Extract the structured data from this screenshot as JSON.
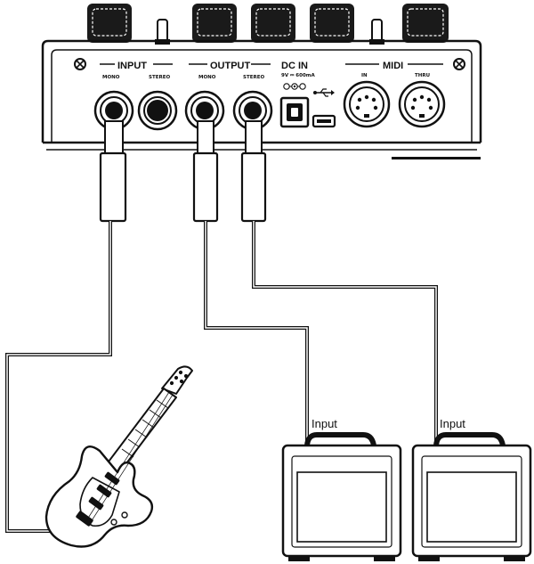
{
  "pedal": {
    "sections": {
      "input": "INPUT",
      "output": "OUTPUT",
      "dc_in": "DC IN",
      "midi": "MIDI"
    },
    "jack_labels": {
      "input_mono": "MONO",
      "input_stereo": "STEREO",
      "output_mono": "MONO",
      "output_stereo": "STEREO",
      "midi_in": "IN",
      "midi_thru": "THRU"
    },
    "power_spec": "9V ⎓ 600mA",
    "knob_count": 5,
    "switch_count": 2
  },
  "connections": [
    {
      "from": "input_mono",
      "to": "guitar"
    },
    {
      "from": "output_mono",
      "to": "amp_left"
    },
    {
      "from": "output_stereo",
      "to": "amp_right"
    }
  ],
  "amps": [
    {
      "label": "Input"
    },
    {
      "label": "Input"
    }
  ],
  "colors": {
    "ink": "#111111",
    "body": "#ffffff",
    "knob": "#1a1a1a"
  }
}
